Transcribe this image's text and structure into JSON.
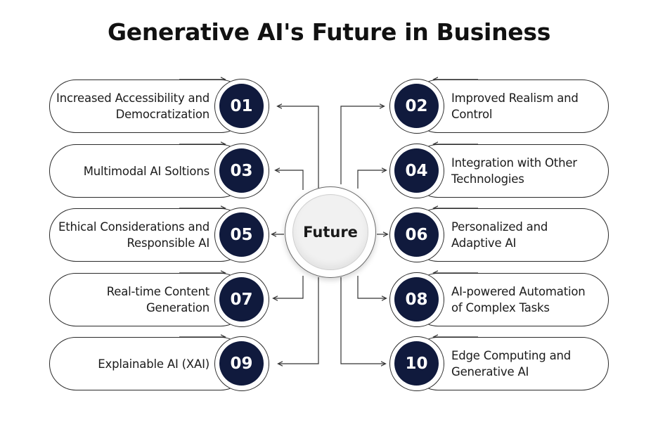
{
  "title": "Generative AI's Future in Business",
  "hub": {
    "label": "Future"
  },
  "items": [
    {
      "number": "01",
      "label": "Increased Accessibility and Democratization",
      "side": "left"
    },
    {
      "number": "02",
      "label": "Improved Realism and Control",
      "side": "right"
    },
    {
      "number": "03",
      "label": "Multimodal AI Soltions",
      "side": "left"
    },
    {
      "number": "04",
      "label": "Integration with Other Technologies",
      "side": "right"
    },
    {
      "number": "05",
      "label": "Ethical Considerations and Responsible AI",
      "side": "left"
    },
    {
      "number": "06",
      "label": "Personalized and Adaptive AI",
      "side": "right"
    },
    {
      "number": "07",
      "label": "Real-time Content Generation",
      "side": "left"
    },
    {
      "number": "08",
      "label": "AI-powered Automation of Complex Tasks",
      "side": "right"
    },
    {
      "number": "09",
      "label": "Explainable AI (XAI)",
      "side": "left"
    },
    {
      "number": "10",
      "label": "Edge Computing and Generative AI",
      "side": "right"
    }
  ],
  "colors": {
    "badge_fill": "#101a3d",
    "badge_text": "#ffffff",
    "outline": "#2a2a2a",
    "connector": "#333333",
    "hub_fill": "#f1f1f1"
  }
}
